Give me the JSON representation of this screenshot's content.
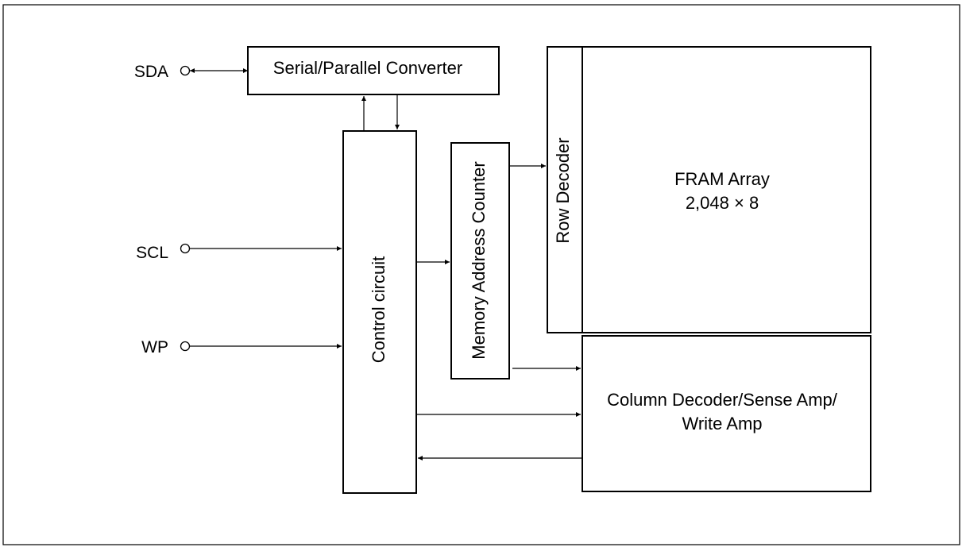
{
  "pins": {
    "sda": "SDA",
    "scl": "SCL",
    "wp": "WP"
  },
  "blocks": {
    "serial_parallel_converter": "Serial/Parallel Converter",
    "control_circuit": "Control circuit",
    "memory_address_counter": "Memory Address Counter",
    "row_decoder": "Row Decoder",
    "fram_array": {
      "line1": "FRAM Array",
      "line2": "2,048 × 8"
    },
    "column_decoder": {
      "line1": "Column Decoder/Sense Amp/",
      "line2": "Write Amp"
    }
  }
}
